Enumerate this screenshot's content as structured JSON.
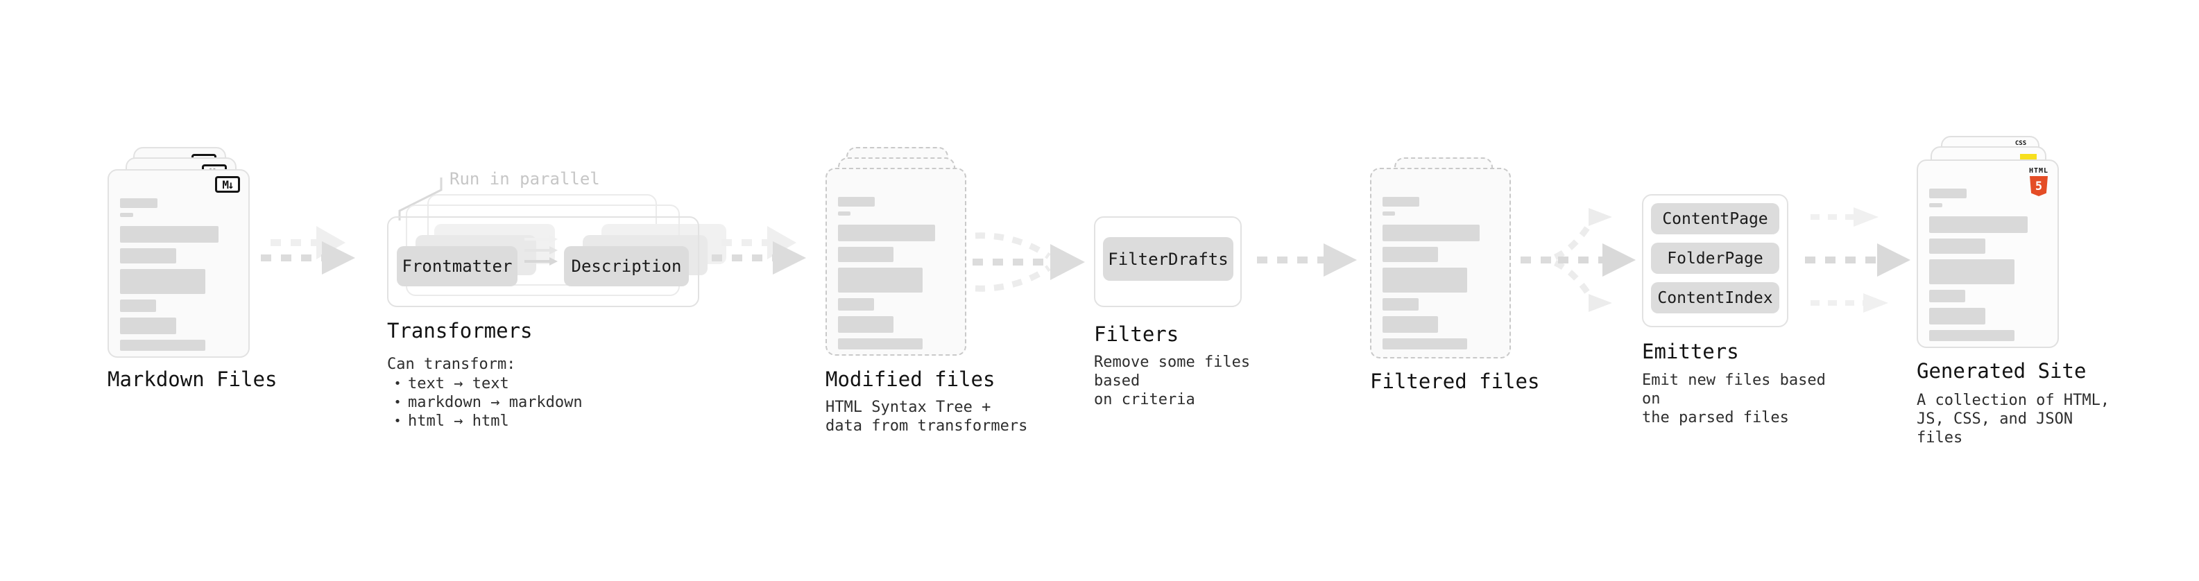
{
  "ui": {
    "bullet_char": "•",
    "stages": {
      "markdown": {
        "label": "Markdown Files",
        "badge": "M↓"
      },
      "transformers": {
        "label": "Transformers",
        "parallel_note": "Run in parallel",
        "nodes": [
          "Frontmatter",
          "Description"
        ],
        "can_transform_title": "Can transform:",
        "bullets": [
          "text → text",
          "markdown → markdown",
          "html → html"
        ]
      },
      "modified": {
        "label": "Modified files",
        "description": "HTML Syntax Tree +\ndata from transformers"
      },
      "filters": {
        "label": "Filters",
        "nodes": [
          "FilterDrafts"
        ],
        "description": "Remove some files based\non criteria"
      },
      "filtered": {
        "label": "Filtered files"
      },
      "emitters": {
        "label": "Emitters",
        "nodes": [
          "ContentPage",
          "FolderPage",
          "ContentIndex"
        ],
        "description": "Emit new files based on\nthe parsed files"
      },
      "generated": {
        "label": "Generated Site",
        "description": "A collection of HTML,\nJS, CSS, and JSON files",
        "badges": {
          "html_label": "HTML",
          "html_number": "5",
          "css_label": "CSS"
        }
      }
    },
    "colors": {
      "arrow": "#dcdcdc",
      "arrow_ghost": "#efefef",
      "arrow_branch": "#ececec",
      "bar": "#d9d9d9",
      "node_fill": "#dcdcdc",
      "card_border": "#e2e2e2",
      "dashed_border": "#c9c9c9",
      "note_gray": "#c6c6c6",
      "html5_orange": "#e44d26",
      "js_yellow": "#f7df1e",
      "css_blue": "#2965f1"
    }
  }
}
